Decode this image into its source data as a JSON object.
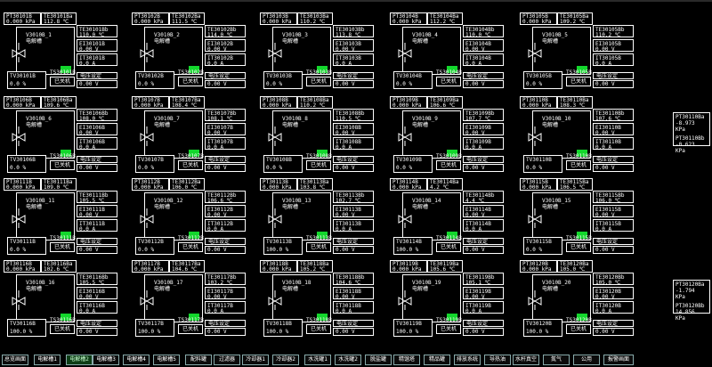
{
  "screen": {
    "accent_green": "#13d62c",
    "line_color": "#ffffff",
    "background": "#000000"
  },
  "units": [
    {
      "row": 0,
      "col": 0,
      "pt": "PT30101B",
      "ptv": "0.000  kPa",
      "ts": "TE30101Ba",
      "tsv": "112.8  ℃",
      "name": "V3010B_1",
      "tank": "电解槽",
      "tv": "TV30101B",
      "tvv": "0.0      %",
      "ts2": "TS30101B",
      "status": "已关机",
      "r": [
        {
          "n": "TE30101Bb",
          "v": "110.0  ℃"
        },
        {
          "n": "EI30101B",
          "v": "0.00    V"
        },
        {
          "n": "IT30101B",
          "v": "0.0     A"
        }
      ],
      "set": "电压设定",
      "sv": "0.00    V"
    },
    {
      "row": 0,
      "col": 1,
      "pt": "PT30102B",
      "ptv": "0.000  kPa",
      "ts": "TE30102Ba",
      "tsv": "111.5  ℃",
      "name": "V3010B_2",
      "tank": "电解槽",
      "tv": "TV30102B",
      "tvv": "0.0      %",
      "ts2": "TS30102B",
      "status": "已关机",
      "r": [
        {
          "n": "TE30102Bb",
          "v": "114.0  ℃"
        },
        {
          "n": "EI30102B",
          "v": "0.00    V"
        },
        {
          "n": "IT30102B",
          "v": "0.0     A"
        }
      ],
      "set": "电压设定",
      "sv": "0.00    V"
    },
    {
      "row": 0,
      "col": 2,
      "pt": "PT30103B",
      "ptv": "0.000  kPa",
      "ts": "TE30103Ba",
      "tsv": "110.2  ℃",
      "name": "V3010B_3",
      "tank": "电解槽",
      "tv": "TV30103B",
      "tvv": "0.0      %",
      "ts2": "TS30103B",
      "status": "已关机",
      "r": [
        {
          "n": "TE30103Bb",
          "v": "113.8  ℃"
        },
        {
          "n": "EI30103B",
          "v": "0.00    V"
        },
        {
          "n": "IT30103B",
          "v": "0.0     A"
        }
      ],
      "set": "电压设定",
      "sv": "0.00    V"
    },
    {
      "row": 0,
      "col": 3,
      "pt": "PT30104B",
      "ptv": "0.000  kPa",
      "ts": "TE30104Ba",
      "tsv": "112.2  ℃",
      "name": "V3010B_4",
      "tank": "电解槽",
      "tv": "TV30104B",
      "tvv": "0.0      %",
      "ts2": "TS30104B",
      "status": "已关机",
      "r": [
        {
          "n": "TE30104Bb",
          "v": "110.0  ℃"
        },
        {
          "n": "EI30104B",
          "v": "0.00    V"
        },
        {
          "n": "IT30104B",
          "v": "0.0     A"
        }
      ],
      "set": "电压设定",
      "sv": "0.00    V"
    },
    {
      "row": 0,
      "col": 4,
      "pt": "PT30105B",
      "ptv": "0.000  kPa",
      "ts": "TE30105Ba",
      "tsv": "109.2  ℃",
      "name": "V3010B_5",
      "tank": "电解槽",
      "tv": "TV30105B",
      "tvv": "0.0      %",
      "ts2": "TS30105B",
      "status": "已关机",
      "r": [
        {
          "n": "TE30105Bb",
          "v": "110.2  ℃"
        },
        {
          "n": "EI30105B",
          "v": "0.00    V"
        },
        {
          "n": "IT30105B",
          "v": "0.0     A"
        }
      ],
      "set": "电压设定",
      "sv": "0.00    V"
    },
    {
      "row": 1,
      "col": 0,
      "pt": "PT30106B",
      "ptv": "0.000  kPa",
      "ts": "TE30106Ba",
      "tsv": "109.6  ℃",
      "name": "V3010B_6",
      "tank": "电解槽",
      "tv": "TV30106B",
      "tvv": "0.0      %",
      "ts2": "TS30106B",
      "status": "已关机",
      "r": [
        {
          "n": "TE30106Bb",
          "v": "108.0  ℃"
        },
        {
          "n": "EI30106B",
          "v": "0.00    V"
        },
        {
          "n": "IT30106B",
          "v": "0.0     A"
        }
      ],
      "set": "电压设定",
      "sv": "0.00    V"
    },
    {
      "row": 1,
      "col": 1,
      "pt": "PT30107B",
      "ptv": "0.000  kPa",
      "ts": "TE30107Ba",
      "tsv": "108.4  ℃",
      "name": "V3010B_7",
      "tank": "电解槽",
      "tv": "TV30107B",
      "tvv": "0.0      %",
      "ts2": "TS30107B",
      "status": "已关机",
      "r": [
        {
          "n": "TE30107Bb",
          "v": "108.1  ℃"
        },
        {
          "n": "EI30107B",
          "v": "0.00    V"
        },
        {
          "n": "IT30107B",
          "v": "0.0     A"
        }
      ],
      "set": "电压设定",
      "sv": "0.00    V"
    },
    {
      "row": 1,
      "col": 2,
      "pt": "PT30108B",
      "ptv": "0.000  kPa",
      "ts": "TE30108Ba",
      "tsv": "110.2  ℃",
      "name": "V3010B_8",
      "tank": "电解槽",
      "tv": "TV30108B",
      "tvv": "0.0      %",
      "ts2": "TS30108B",
      "status": "已关机",
      "r": [
        {
          "n": "TE30108Bb",
          "v": "110.5  ℃"
        },
        {
          "n": "EI30108B",
          "v": "0.00    V"
        },
        {
          "n": "IT30108B",
          "v": "0.0     A"
        }
      ],
      "set": "电压设定",
      "sv": "0.00    V"
    },
    {
      "row": 1,
      "col": 3,
      "pt": "PT30109B",
      "ptv": "0.000  kPa",
      "ts": "TE30109Ba",
      "tsv": "106.6  ℃",
      "name": "V3010B_9",
      "tank": "电解槽",
      "tv": "TV30109B",
      "tvv": "0.0      %",
      "ts2": "TS30109B",
      "status": "已关机",
      "r": [
        {
          "n": "TE30109Bb",
          "v": "107.7  ℃"
        },
        {
          "n": "EI30109B",
          "v": "0.00    V"
        },
        {
          "n": "IT30109B",
          "v": "0.0     A"
        }
      ],
      "set": "电压设定",
      "sv": "0.00    V"
    },
    {
      "row": 1,
      "col": 4,
      "pt": "PT30110B",
      "ptv": "0.000  kPa",
      "ts": "TE30110Ba",
      "tsv": "108.3  ℃",
      "name": "V3010B_10",
      "tank": "电解槽",
      "tv": "TV30110B",
      "tvv": "0.0      %",
      "ts2": "TS30110B",
      "status": "已关机",
      "r": [
        {
          "n": "TE30110Bb",
          "v": "107.6  ℃"
        },
        {
          "n": "EI30110B",
          "v": "0.00    V"
        },
        {
          "n": "IT30110B",
          "v": "0.0     A"
        }
      ],
      "set": "电压设定",
      "sv": "0.00    V"
    },
    {
      "row": 2,
      "col": 0,
      "pt": "PT30111B",
      "ptv": "0.000  kPa",
      "ts": "TE30111Ba",
      "tsv": "109.0  ℃",
      "name": "V3010B_11",
      "tank": "电解槽",
      "tv": "TV30111B",
      "tvv": "0.0      %",
      "ts2": "TS30111B",
      "status": "已关机",
      "r": [
        {
          "n": "TE30111Bb",
          "v": "105.5  ℃"
        },
        {
          "n": "EI30111B",
          "v": "0.00    V"
        },
        {
          "n": "IT30111B",
          "v": "0.0     A"
        }
      ],
      "set": "电压设定",
      "sv": "0.00    V"
    },
    {
      "row": 2,
      "col": 1,
      "pt": "PT30112B",
      "ptv": "0.000  kPa",
      "ts": "TE30112Ba",
      "tsv": "106.0  ℃",
      "name": "V3010B_12",
      "tank": "电解槽",
      "tv": "TV30112B",
      "tvv": "0.0      %",
      "ts2": "TS30112B",
      "status": "已关机",
      "r": [
        {
          "n": "TE30112Bb",
          "v": "106.6  ℃"
        },
        {
          "n": "EI30112B",
          "v": "0.00    V"
        },
        {
          "n": "IT30112B",
          "v": "0.0     A"
        }
      ],
      "set": "电压设定",
      "sv": "0.00    V"
    },
    {
      "row": 2,
      "col": 2,
      "pt": "PT30113B",
      "ptv": "0.000  kPa",
      "ts": "TE30113Ba",
      "tsv": "103.8  ℃",
      "name": "V3010B_13",
      "tank": "电解槽",
      "tv": "TV30113B",
      "tvv": "100.0    %",
      "ts2": "TS30113B",
      "status": "已关机",
      "r": [
        {
          "n": "TE30113Bb",
          "v": "102.7  ℃"
        },
        {
          "n": "EI30113B",
          "v": "0.00    V"
        },
        {
          "n": "IT30113B",
          "v": "0.0     A"
        }
      ],
      "set": "电压设定",
      "sv": "0.00    V"
    },
    {
      "row": 2,
      "col": 3,
      "pt": "PT30114B",
      "ptv": "0.000  kPa",
      "ts": "TE30114Ba",
      "tsv": "4.2  ℃",
      "name": "V3010B_14",
      "tank": "电解槽",
      "tv": "TV30114B",
      "tvv": "100.0    %",
      "ts2": "TS30114B",
      "status": "已关机",
      "r": [
        {
          "n": "TE30114Bb",
          "v": "4.4  ℃"
        },
        {
          "n": "EI30114B",
          "v": "0.00    V"
        },
        {
          "n": "IT30114B",
          "v": "0.0     A"
        }
      ],
      "set": "电压设定",
      "sv": "0.00    V"
    },
    {
      "row": 2,
      "col": 4,
      "pt": "PT30115B",
      "ptv": "0.000  kPa",
      "ts": "TE30115Ba",
      "tsv": "106.5  ℃",
      "name": "V3010B_15",
      "tank": "电解槽",
      "tv": "TV30115B",
      "tvv": "0.0      %",
      "ts2": "TS30115B",
      "status": "已关机",
      "r": [
        {
          "n": "TE30115Bb",
          "v": "106.0  ℃"
        },
        {
          "n": "EI30115B",
          "v": "0.00    V"
        },
        {
          "n": "IT30115B",
          "v": "0.0     A"
        }
      ],
      "set": "电压设定",
      "sv": "0.00    V"
    },
    {
      "row": 3,
      "col": 0,
      "pt": "PT30116B",
      "ptv": "0.000  kPa",
      "ts": "TE30116Ba",
      "tsv": "102.6  ℃",
      "name": "V3010B_16",
      "tank": "电解槽",
      "tv": "TV30116B",
      "tvv": "100.0    %",
      "ts2": "TS30116B",
      "status": "已关机",
      "r": [
        {
          "n": "TE30116Bb",
          "v": "105.5  ℃"
        },
        {
          "n": "EI30116B",
          "v": "0.00    V"
        },
        {
          "n": "IT30116B",
          "v": "0.0     A"
        }
      ],
      "set": "电压设定",
      "sv": "0.00    V"
    },
    {
      "row": 3,
      "col": 1,
      "pt": "PT30117B",
      "ptv": "0.000  kPa",
      "ts": "TE30117Ba",
      "tsv": "104.6  ℃",
      "name": "V3010B_17",
      "tank": "电解槽",
      "tv": "TV30117B",
      "tvv": "100.0    %",
      "ts2": "TS30117B",
      "status": "已关机",
      "r": [
        {
          "n": "TE30117Bb",
          "v": "103.2  ℃"
        },
        {
          "n": "EI30117B",
          "v": "0.00    V"
        },
        {
          "n": "IT30117B",
          "v": "0.0     A"
        }
      ],
      "set": "电压设定",
      "sv": "0.00    V"
    },
    {
      "row": 3,
      "col": 2,
      "pt": "PT30118B",
      "ptv": "0.000  kPa",
      "ts": "TE30118Ba",
      "tsv": "105.2  ℃",
      "name": "V3010B_18",
      "tank": "电解槽",
      "tv": "TV30118B",
      "tvv": "100.0    %",
      "ts2": "TS30118B",
      "status": "已关机",
      "r": [
        {
          "n": "TE30118Bb",
          "v": "104.6  ℃"
        },
        {
          "n": "EI30118B",
          "v": "0.00    V"
        },
        {
          "n": "IT30118B",
          "v": "0.0     A"
        }
      ],
      "set": "电压设定",
      "sv": "0.00    V"
    },
    {
      "row": 3,
      "col": 3,
      "pt": "PT30119B",
      "ptv": "0.000  kPa",
      "ts": "TE30119Ba",
      "tsv": "105.6  ℃",
      "name": "V3010B_19",
      "tank": "电解槽",
      "tv": "TV30119B",
      "tvv": "100.0    %",
      "ts2": "TS30119B",
      "status": "已关机",
      "r": [
        {
          "n": "TE30119Bb",
          "v": "105.1  ℃"
        },
        {
          "n": "EI30119B",
          "v": "0.00    V"
        },
        {
          "n": "IT30119B",
          "v": "0.0     A"
        }
      ],
      "set": "电压设定",
      "sv": "0.00    V"
    },
    {
      "row": 3,
      "col": 4,
      "pt": "PT30120B",
      "ptv": "0.000  kPa",
      "ts": "TE30120Ba",
      "tsv": "105.0  ℃",
      "name": "V3010B_20",
      "tank": "电解槽",
      "tv": "TV30120B",
      "tvv": "100.0    %",
      "ts2": "TS30120B",
      "status": "已关机",
      "r": [
        {
          "n": "TE30120Bb",
          "v": "105.0  ℃"
        },
        {
          "n": "EI30120B",
          "v": "0.00    V"
        },
        {
          "n": "IT30120B",
          "v": "0.0     A"
        }
      ],
      "set": "电压设定",
      "sv": "0.00    V"
    }
  ],
  "side_panels": [
    {
      "l1": "PT30110Ba",
      "l2": "-8.973 KPa",
      "l3": "PT30110Bb",
      "l4": "-0.623 KPa"
    },
    {
      "l1": "PT30120Ba",
      "l2": "-1.794 KPa",
      "l3": "PT30120Bb",
      "l4": "14.856 KPa"
    }
  ],
  "nav": {
    "active_index": 2,
    "items": [
      "总览画面",
      "电解槽1",
      "电解槽2",
      "电解槽3",
      "电解槽4",
      "电解槽5",
      "配料罐",
      "过滤器",
      "冷却器1",
      "冷却器2",
      "水洗罐1",
      "水洗罐2",
      "脱盐罐",
      "精馏塔",
      "精品罐",
      "排放系统",
      "导热油",
      "水杆真空",
      "氮气",
      "公用",
      "报警画面"
    ]
  }
}
